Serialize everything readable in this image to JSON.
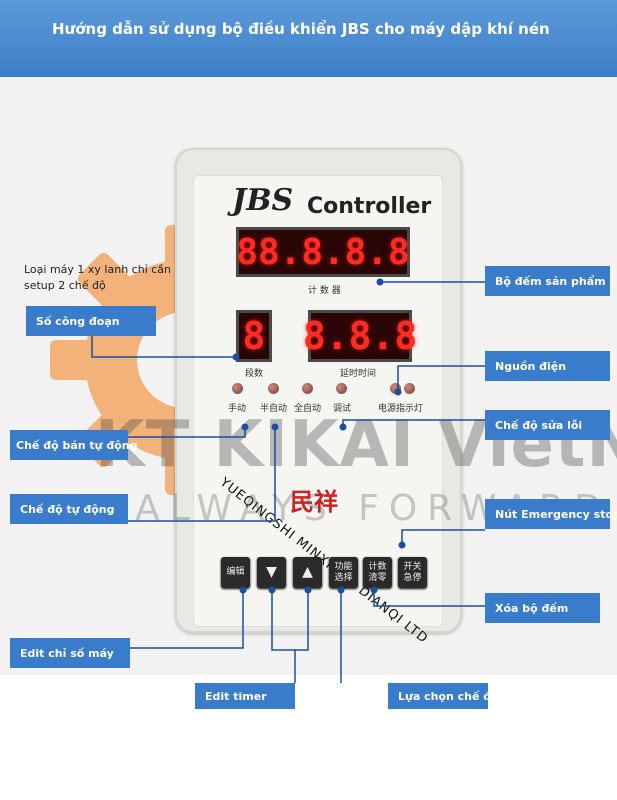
{
  "header": {
    "title": "Hướng dẫn sử dụng bộ điều khiển JBS cho máy dập khí nén"
  },
  "note": {
    "line1": "Loại máy 1 xy lanh chỉ cần",
    "line2": "setup 2 chế độ"
  },
  "device": {
    "brand": "JBS",
    "model": "Controller",
    "display_main": "88.8.8.8",
    "display_left": "8",
    "display_right": "8.8.8",
    "label_counter": "计 数 器",
    "label_stage": "段数",
    "label_delay": "延时时间",
    "led_labels": [
      "手动",
      "半自动",
      "全自动",
      "调试",
      "电源指示灯"
    ],
    "vertical_text": "YUEQINGSHI MINXIANG DIANQI LTD",
    "logo_text": "民祥",
    "buttons": [
      {
        "label": "编辑"
      },
      {
        "label": "▼"
      },
      {
        "label": "▲"
      },
      {
        "label": "功能\n选择"
      },
      {
        "label": "计数\n清零"
      },
      {
        "label": "开关\n急停"
      }
    ]
  },
  "watermark": {
    "line1": "KT KIKAI VietNam",
    "line2": "ALWAYS FORWARD"
  },
  "callouts": {
    "product_counter": "Bộ đếm sản phẩm",
    "stage_count": "Số công đoạn",
    "power": "Nguồn điện",
    "fault_mode": "Chế độ sửa lỗi",
    "semi_auto": "Chế độ bán tự động",
    "auto_mode": "Chế độ tự động",
    "emergency_stop": "Nút Emergency stop",
    "reset_counter": "Xóa bộ đếm",
    "edit_machine": "Edit chỉ số máy",
    "edit_timer": "Edit timer",
    "mode_select": "Lựa chọn chế độ"
  },
  "colors": {
    "header": "#3d7fc7",
    "callout": "#3a7ccc",
    "digits": "#ff2a22",
    "gear": "#f0a060"
  }
}
